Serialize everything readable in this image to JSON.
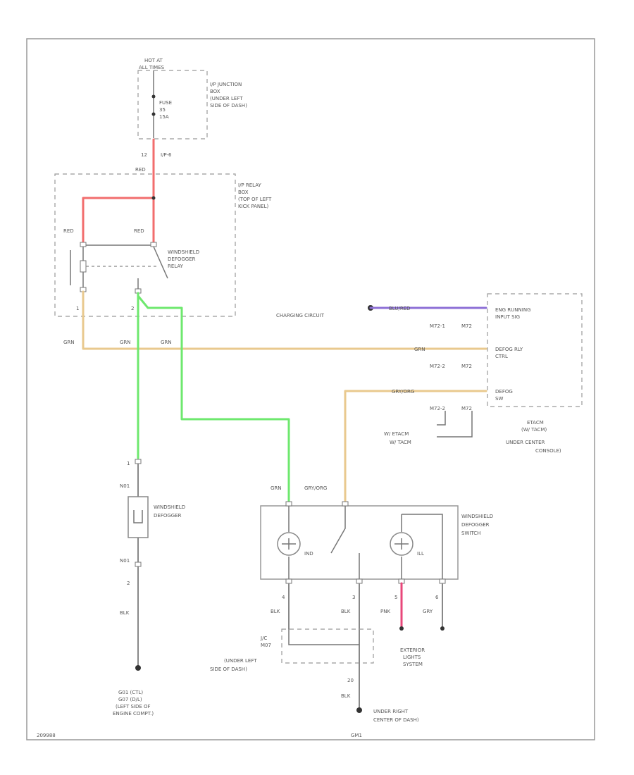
{
  "labels": {
    "hot_at": "HOT AT",
    "all_times": "ALL TIMES",
    "ip_jbox": "I/P JUNCTION",
    "ip_jbox_2": "BOX",
    "ip_jbox_3": "(UNDER LEFT",
    "ip_jbox_4": "SIDE OF DASH)",
    "fuse": "FUSE",
    "fuse_num": "35",
    "fuse_amp": "15A",
    "conn_12": "12",
    "conn_ip6": "I/P-6",
    "red_top": "RED",
    "relay_box": "I/P RELAY",
    "relay_box_2": "BOX",
    "relay_box_3": "(TOP OF LEFT",
    "relay_box_4": "KICK PANEL)",
    "red_left": "RED",
    "red_mid": "RED",
    "relay_name": "WINDSHIELD",
    "relay_name_2": "DEFOGGER",
    "relay_name_3": "RELAY",
    "pin1": "1",
    "pin2": "2",
    "grn_1": "GRN",
    "grn_2": "GRN",
    "grn_3": "GRN",
    "charging": "CHARGING CIRCUIT",
    "blu_red": "BLU/RED",
    "ecm_1": "ENG RUNNING",
    "ecm_2": "INPUT SIG",
    "m72_1": "M72-1",
    "m72_2": "M72",
    "grn_r": "GRN",
    "defog_ctrl": "DEFOG RLY",
    "defog_ctrl_2": "CTRL",
    "m72_3": "M72-2",
    "m72_4": "M72",
    "gry_org": "GRY/ORG",
    "defog_sw": "DEFOG",
    "defog_sw_2": "SW",
    "m72_5": "M72-2",
    "m72_6": "M72",
    "ecm_name": "ETACM",
    "ecm_name_2": "(W/ TACM)",
    "ecm_name_3": "UNDER CENTER",
    "ecm_name_4": "CONSOLE)",
    "w_tacm": "W/ ETACM",
    "w_tacm_2": "W/ TACM",
    "w_defog_conn": "1",
    "n_conn": "N01",
    "wd_name": "WINDSHIELD",
    "wd_name_2": "DEFOGGER",
    "n_conn_2": "N01",
    "pin_2b": "2",
    "blk_left": "BLK",
    "g_left": "G01 (CTL)",
    "g_left_2": "G07 (D/L)",
    "g_left_3": "(LEFT SIDE OF",
    "g_left_4": "ENGINE COMPT.)",
    "grn_sw": "GRN",
    "gry_org_sw": "GRY/ORG",
    "sw_name": "WINDSHIELD",
    "sw_name_2": "DEFOGGER",
    "sw_name_3": "SWITCH",
    "ind": "IND",
    "ill": "ILL",
    "pin4": "4",
    "pin3": "3",
    "pin5": "5",
    "pin6": "6",
    "blk_a": "BLK",
    "blk_b": "BLK",
    "pnk": "PNK",
    "gry": "GRY",
    "jc": "J/C",
    "jc_2": "M07",
    "jc_3": "(UNDER LEFT",
    "jc_4": "SIDE OF DASH)",
    "ext": "EXTERIOR",
    "ext_2": "LIGHTS",
    "ext_3": "SYSTEM",
    "g20": "20",
    "blk_c": "BLK",
    "g_right": "UNDER RIGHT",
    "g_right_2": "CENTER OF DASH)",
    "footer_left": "209988",
    "footer_mid": "GM1"
  },
  "colors": {
    "red": "#f26d6d",
    "green": "#6ee86e",
    "orange": "#e9c98e",
    "purple": "#8c6fd6",
    "pink": "#e8477a",
    "gray": "#888888"
  }
}
